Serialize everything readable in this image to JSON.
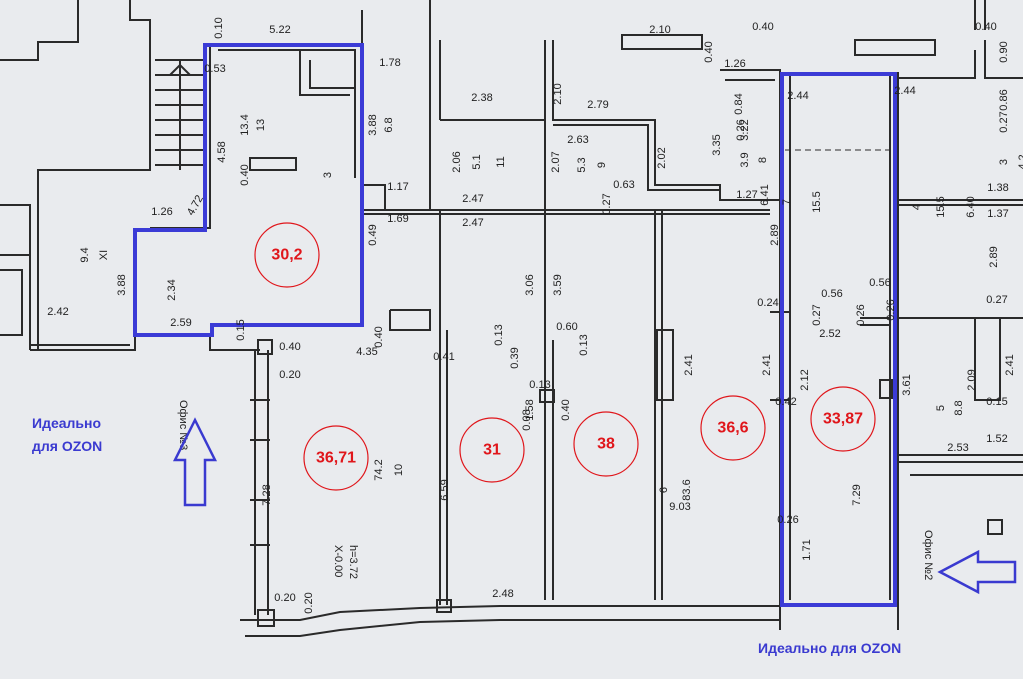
{
  "colors": {
    "wall": "#2a2a2a",
    "highlight": "#3b3bd6",
    "circle": "#e0161b",
    "note": "#3a3ad0",
    "paper": "#e9ebee"
  },
  "area_circles": [
    "30,2",
    "36,71",
    "31",
    "38",
    "36,6",
    "33,87"
  ],
  "notes": {
    "left_line1": "Идеально",
    "left_line2": "для OZON",
    "bottom_right": "Идеально для OZON"
  },
  "labels": {
    "office3": "Офис №3",
    "office2": "Офис №2",
    "x_label": "X-0.00",
    "h_label": "h=3.72"
  },
  "dims": [
    "5.22",
    "0.10",
    "0.53",
    "1.78",
    "3.88",
    "6.8",
    "13",
    "13.4",
    "4.58",
    "0.40",
    "3",
    "4.72",
    "1.26",
    "1.17",
    "0.49",
    "1.69",
    "2.34",
    "0.15",
    "2.59",
    "0.40",
    "XI",
    "9.4",
    "3.88",
    "2.42",
    "2.38",
    "2.10",
    "2.79",
    "2.10",
    "0.40",
    "2.63",
    "2.06",
    "5.1",
    "11",
    "2.07",
    "5.3",
    "9",
    "0.63",
    "0.27",
    "2.47",
    "2.47",
    "2.02",
    "3.35",
    "0.40",
    "1.26",
    "0.84",
    "0.26",
    "3.22",
    "8",
    "3.9",
    "1.27",
    "6.41",
    "7",
    "15.5",
    "2.89",
    "2.44",
    "2.44",
    "0.40",
    "0.90",
    "0.86",
    "0.27",
    "3",
    "4.2",
    "1.38",
    "1.37",
    "4",
    "15.5",
    "6.40",
    "2.89",
    "0.56",
    "0.56",
    "0.26",
    "0.27",
    "2.52",
    "0.26",
    "0.24",
    "0.27",
    "3.06",
    "3.59",
    "0.13",
    "0.39",
    "0.60",
    "0.13",
    "0.13",
    "0.40",
    "0.41",
    "1.58",
    "0.08",
    "4.35",
    "0.40",
    "0.20",
    "2.41",
    "2.41",
    "0.42",
    "2.12",
    "3.61",
    "2.09",
    "2.41",
    "5",
    "8.8",
    "0.15",
    "1.52",
    "2.53",
    "10",
    "74.2",
    "6.59",
    "6",
    "83.6",
    "9.03",
    "7.28",
    "7.29",
    "0.26",
    "1.71",
    "0.20",
    "0.20",
    "2.48"
  ]
}
